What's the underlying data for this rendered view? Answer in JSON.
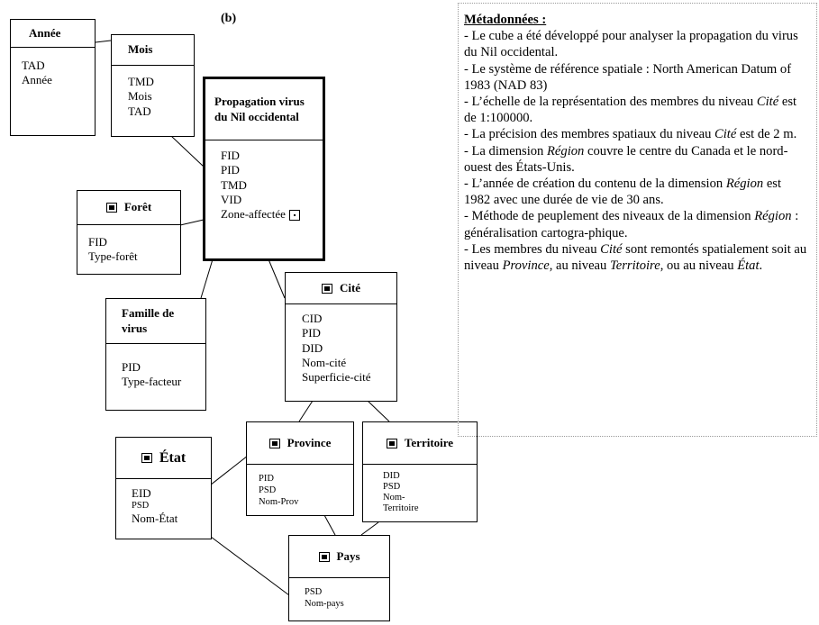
{
  "figure_label": "(b)",
  "boxes": {
    "annee": {
      "title": "Année",
      "attributes": [
        "TAD",
        "Année"
      ]
    },
    "mois": {
      "title": "Mois",
      "attributes": [
        "TMD",
        "Mois",
        "TAD"
      ]
    },
    "fact": {
      "title": "Propagation virus du Nil occidental",
      "attributes": [
        "FID",
        "PID",
        "TMD",
        "VID",
        "Zone-affectée"
      ]
    },
    "foret": {
      "title": "Forêt",
      "attributes": [
        "FID",
        "Type-forêt"
      ]
    },
    "famille": {
      "title": "Famille de virus",
      "attributes": [
        "PID",
        "Type-facteur"
      ]
    },
    "cite": {
      "title": "Cité",
      "attributes": [
        "CID",
        "PID",
        "DID",
        "Nom-cité",
        "Superficie-cité"
      ]
    },
    "etat": {
      "title": "État",
      "attributes": [
        "EID",
        "PSD",
        "Nom-État"
      ]
    },
    "province": {
      "title": "Province",
      "attributes": [
        "PID",
        "PSD",
        "Nom-Prov"
      ]
    },
    "territoire": {
      "title": "Territoire",
      "attributes": [
        "DID",
        "PSD",
        "Nom-",
        "Territoire"
      ]
    },
    "pays": {
      "title": "Pays",
      "attributes": [
        "PSD",
        "Nom-pays"
      ]
    }
  },
  "metadata": {
    "title": "Métadonnées :",
    "items": [
      [
        {
          "t": "- Le cube a été développé pour analyser la propagation du virus du Nil occidental."
        }
      ],
      [
        {
          "t": "- Le système de référence spatiale : North American Datum of 1983 (NAD 83)"
        }
      ],
      [
        {
          "t": "- L’échelle de la représentation des membres du niveau "
        },
        {
          "t": "Cité",
          "i": true
        },
        {
          "t": " est de 1:100000."
        }
      ],
      [
        {
          "t": "- La précision des membres spatiaux du niveau "
        },
        {
          "t": "Cité",
          "i": true
        },
        {
          "t": " est de 2 m."
        }
      ],
      [
        {
          "t": "- La dimension "
        },
        {
          "t": "Région",
          "i": true
        },
        {
          "t": " couvre le centre du Canada et le nord-ouest des États-Unis."
        }
      ],
      [
        {
          "t": "- L’année de création du contenu de la dimension "
        },
        {
          "t": "Région",
          "i": true
        },
        {
          "t": " est 1982 avec une durée de vie de 30 ans."
        }
      ],
      [
        {
          "t": "- Méthode de peuplement des niveaux de la dimension "
        },
        {
          "t": "Région",
          "i": true
        },
        {
          "t": " : généralisation cartogra-phique."
        }
      ],
      [
        {
          "t": "- Les membres du niveau "
        },
        {
          "t": "Cité",
          "i": true
        },
        {
          "t": " sont remontés spatialement soit au niveau "
        },
        {
          "t": "Province",
          "i": true
        },
        {
          "t": ", au niveau "
        },
        {
          "t": "Territoire",
          "i": true
        },
        {
          "t": ", ou au niveau "
        },
        {
          "t": "État",
          "i": true
        },
        {
          "t": "."
        }
      ]
    ]
  }
}
